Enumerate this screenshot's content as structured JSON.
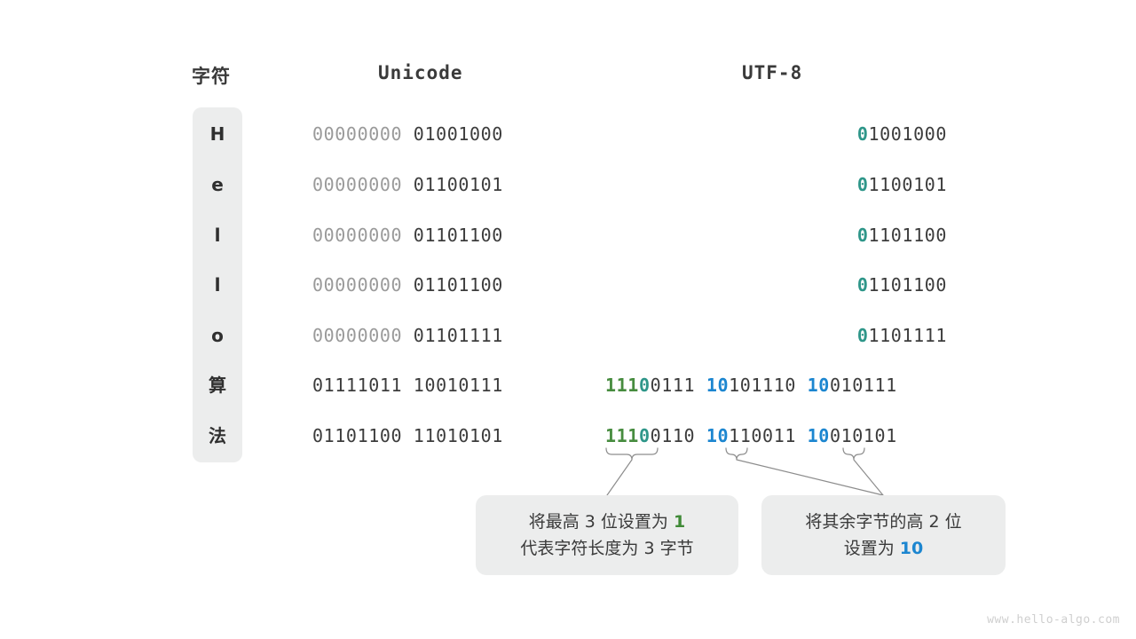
{
  "headers": {
    "character": "字符",
    "unicode": "Unicode",
    "utf8": "UTF-8"
  },
  "colors": {
    "green": "#478c3f",
    "teal": "#2e9689",
    "blue": "#1c86d0",
    "dim_gray": "#9a9a9a",
    "text": "#3c3c3c",
    "panel_bg": "#eceded",
    "page_bg": "#ffffff",
    "watermark": "#cfcfcf"
  },
  "rows": [
    {
      "char": "H",
      "unicode_high": "00000000",
      "unicode_low": "01001000",
      "utf8_kind": "ascii",
      "utf8_lead": "0",
      "utf8_rest": "1001000"
    },
    {
      "char": "e",
      "unicode_high": "00000000",
      "unicode_low": "01100101",
      "utf8_kind": "ascii",
      "utf8_lead": "0",
      "utf8_rest": "1100101"
    },
    {
      "char": "l",
      "unicode_high": "00000000",
      "unicode_low": "01101100",
      "utf8_kind": "ascii",
      "utf8_lead": "0",
      "utf8_rest": "1101100"
    },
    {
      "char": "l",
      "unicode_high": "00000000",
      "unicode_low": "01101100",
      "utf8_kind": "ascii",
      "utf8_lead": "0",
      "utf8_rest": "1101100"
    },
    {
      "char": "o",
      "unicode_high": "00000000",
      "unicode_low": "01101111",
      "utf8_kind": "ascii",
      "utf8_lead": "0",
      "utf8_rest": "1101111"
    },
    {
      "char": "算",
      "unicode_high": "01111011",
      "unicode_low": "10010111",
      "utf8_kind": "multi",
      "b1_green": "111",
      "b1_teal": "0",
      "b1_rest": "0111",
      "b2_blue": "10",
      "b2_rest": "101110",
      "b3_blue": "10",
      "b3_rest": "010111"
    },
    {
      "char": "法",
      "unicode_high": "01101100",
      "unicode_low": "11010101",
      "utf8_kind": "multi",
      "b1_green": "111",
      "b1_teal": "0",
      "b1_rest": "0110",
      "b2_blue": "10",
      "b2_rest": "110011",
      "b3_blue": "10",
      "b3_rest": "010101"
    }
  ],
  "callouts": [
    {
      "line1_pre": "将最高 3 位设置为 ",
      "line1_hl": "1",
      "line2": "代表字符长度为 3 字节"
    },
    {
      "line1": "将其余字节的高 2 位",
      "line2_pre": "设置为 ",
      "line2_hl": "10"
    }
  ],
  "watermark": "www.hello-algo.com"
}
